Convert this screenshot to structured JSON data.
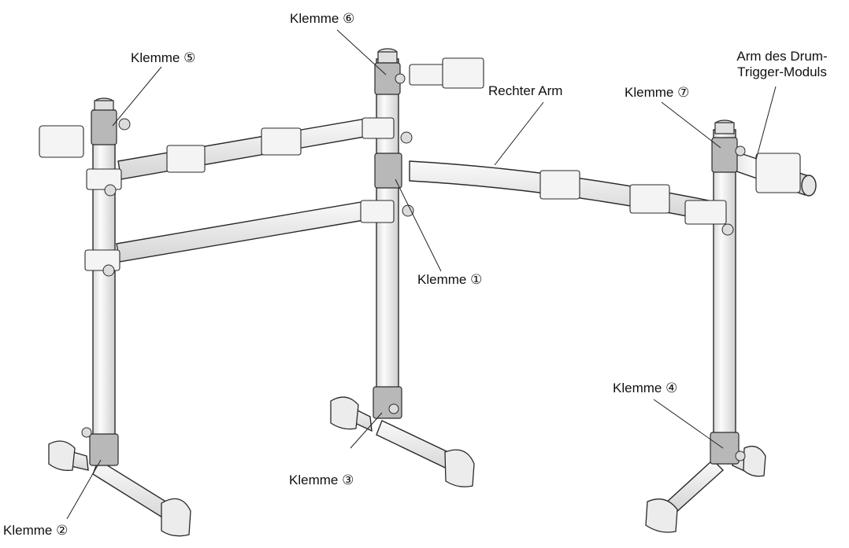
{
  "labels": {
    "clamp1": "Klemme ①",
    "clamp2": "Klemme ②",
    "clamp3": "Klemme ③",
    "clamp4": "Klemme ④",
    "clamp5": "Klemme ⑤",
    "clamp6": "Klemme ⑥",
    "clamp7": "Klemme ⑦",
    "right_arm": "Rechter Arm",
    "module_arm_line1": "Arm des Drum-",
    "module_arm_line2": "Trigger-Moduls"
  },
  "colors": {
    "tube_fill": "#f2f2f2",
    "tube_stroke": "#2a2a2a",
    "clamp_fill": "#b8b8b8",
    "foot_fill": "#e8e8e8",
    "leader": "#222222"
  }
}
